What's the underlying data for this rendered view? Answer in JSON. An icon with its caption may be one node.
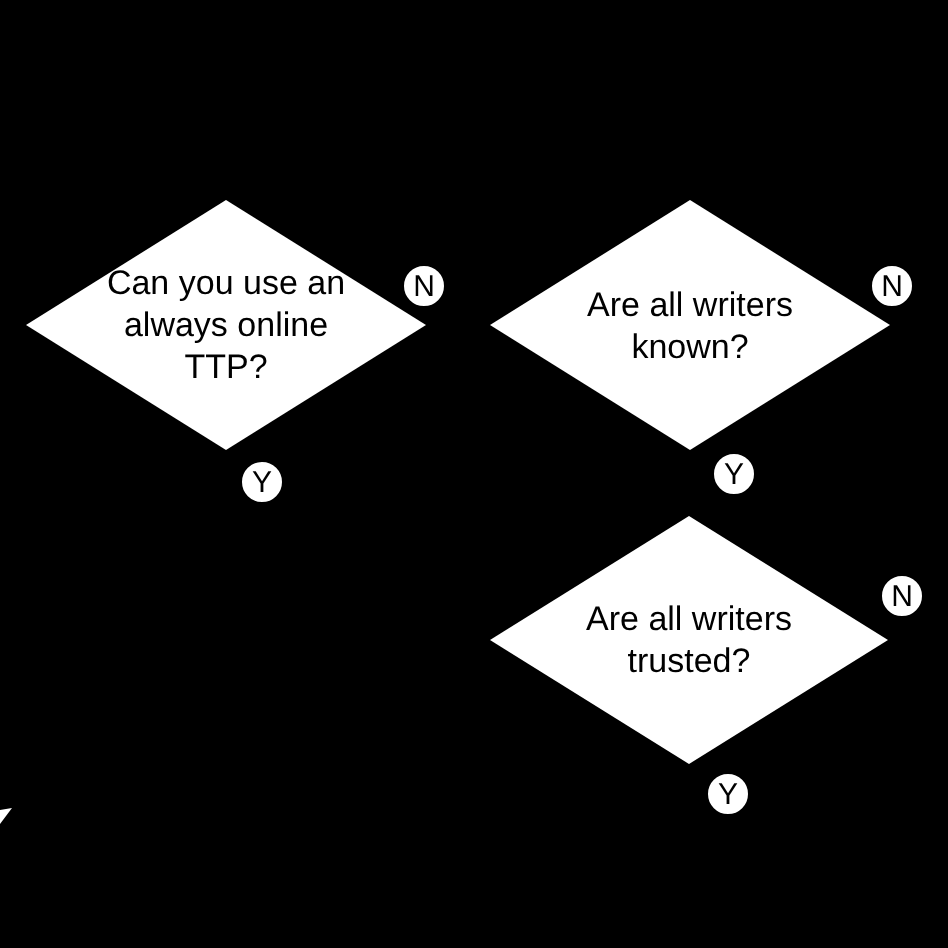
{
  "diagram": {
    "nodes": [
      {
        "text": [
          "Can you use an always online TTP?"
        ]
      },
      {
        "text": [
          "N"
        ]
      },
      {
        "text": [
          "Are all writers known?"
        ]
      },
      {
        "text": [
          "N"
        ]
      },
      {
        "text": [
          "Y"
        ]
      },
      {
        "text": [
          "Y"
        ]
      },
      {
        "text": [
          "Are all writers trusted?"
        ]
      },
      {
        "text": [
          "N"
        ]
      },
      {
        "text": [
          "Y"
        ]
      }
    ]
  }
}
